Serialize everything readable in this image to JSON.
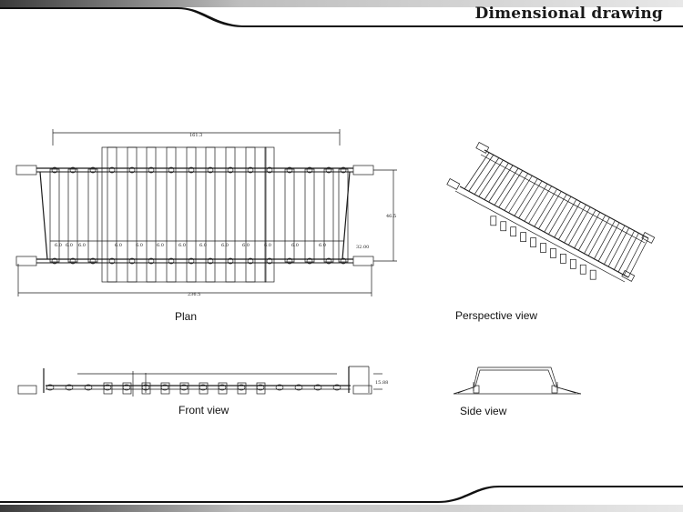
{
  "header": {
    "title": "Dimensional drawing"
  },
  "views": {
    "plan": "Plan",
    "perspective": "Perspective view",
    "front": "Front view",
    "side": "Side  view"
  },
  "dimensions": {
    "top_width": "161.3",
    "overall_width": "236.5",
    "height": "46.5",
    "end_width": "32.00",
    "front_height": "15.88",
    "slat_spacing": [
      "6.0",
      "6.0",
      "6.0",
      "6.0",
      "6.0",
      "6.0",
      "6.0",
      "6.0",
      "6.0",
      "6.0",
      "6.0",
      "6.0",
      "6.0"
    ]
  }
}
